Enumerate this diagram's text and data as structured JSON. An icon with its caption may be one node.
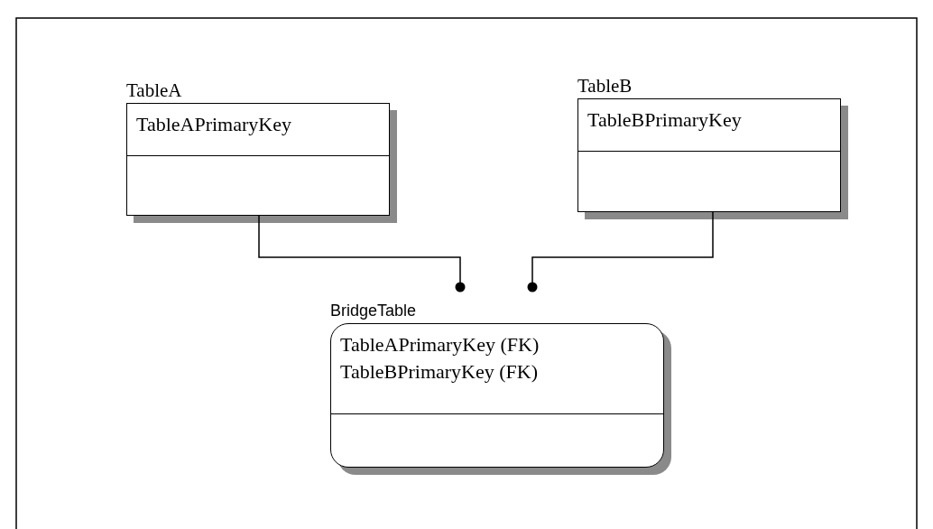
{
  "diagram": {
    "nodes": [
      {
        "text": [
          "TableA",
          "TableAPrimaryKey"
        ]
      },
      {
        "text": [
          "TableB",
          "TableBPrimaryKey"
        ]
      },
      {
        "text": [
          "BridgeTable",
          "TableAPrimaryKey (FK)",
          "TableBPrimaryKey (FK)"
        ]
      }
    ],
    "edges": [
      {
        "from": 0,
        "to": 2,
        "arrow": "other"
      },
      {
        "from": 1,
        "to": 2,
        "arrow": "other"
      }
    ]
  }
}
